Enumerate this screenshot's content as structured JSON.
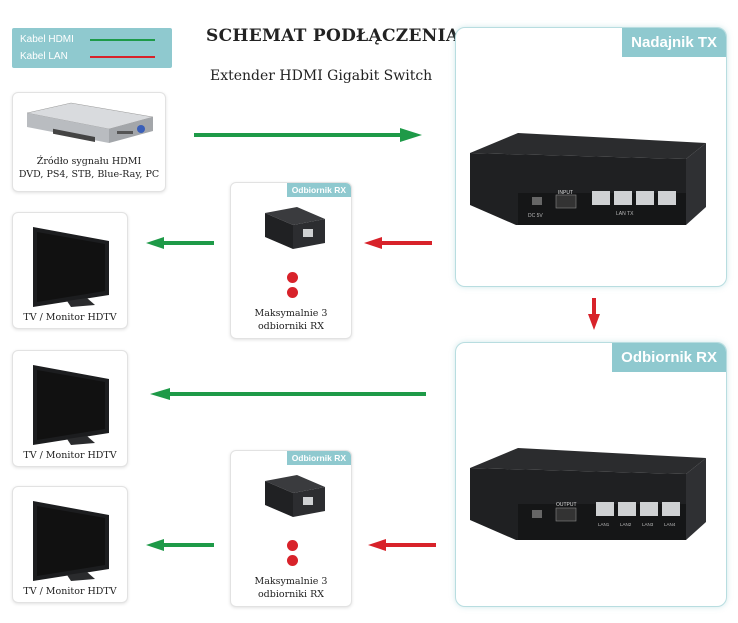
{
  "legend": {
    "hdmi_label": "Kabel HDMI",
    "lan_label": "Kabel LAN",
    "hdmi_color": "#1e9a48",
    "lan_color": "#d8222a"
  },
  "header": {
    "title": "SCHEMAT PODŁĄCZENIA",
    "subtitle": "Extender HDMI Gigabit Switch"
  },
  "source": {
    "caption_line1": "Źródło sygnału HDMI",
    "caption_line2": "DVD, PS4, STB, Blue-Ray, PC"
  },
  "transmitter": {
    "tab_label": "Nadajnik TX",
    "input_label": "INPUT",
    "lan_label": "LAN TX"
  },
  "receiver": {
    "tab_label": "Odbiornik RX",
    "output_label": "OUTPUT",
    "ports": [
      "LAN1",
      "LAN2",
      "LAN3",
      "LAN4"
    ]
  },
  "rx_units": [
    {
      "tab_label": "Odbiornik RX",
      "caption_line1": "Maksymalnie 3",
      "caption_line2": "odbiorniki RX"
    },
    {
      "tab_label": "Odbiornik RX",
      "caption_line1": "Maksymalnie 3",
      "caption_line2": "odbiorniki RX"
    }
  ],
  "tvs": [
    {
      "caption": "TV / Monitor HDTV"
    },
    {
      "caption": "TV / Monitor HDTV"
    },
    {
      "caption": "TV / Monitor HDTV"
    }
  ]
}
